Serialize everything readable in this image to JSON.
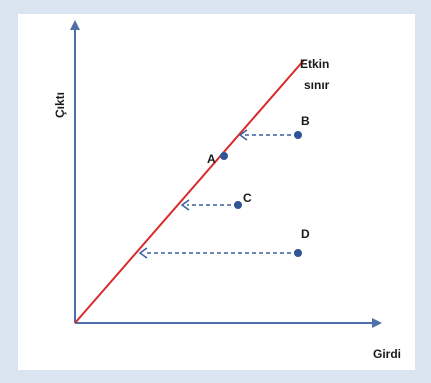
{
  "diagram": {
    "y_axis_label": "Çıktı",
    "x_axis_label": "Girdi",
    "frontier_label_line1": "Etkin",
    "frontier_label_line2": "sınır",
    "points": {
      "A": "A",
      "B": "B",
      "C": "C",
      "D": "D"
    },
    "colors": {
      "background_frame": "#dbe5f1",
      "axis": "#4f6fa8",
      "frontier": "#d92b2b",
      "point": "#2f5597",
      "dashed": "#3a5f9f"
    }
  }
}
